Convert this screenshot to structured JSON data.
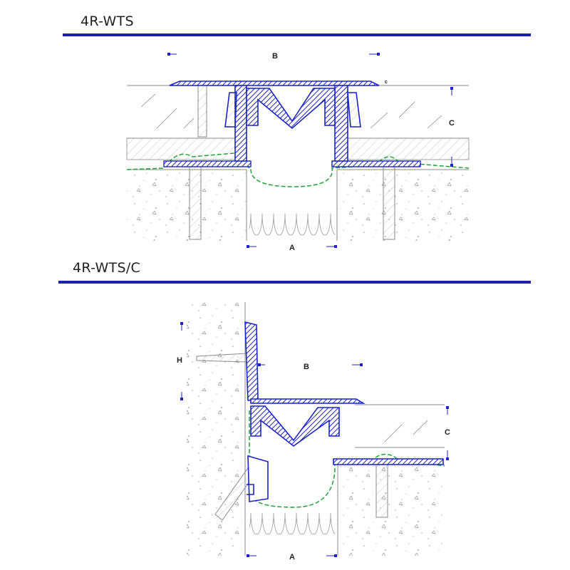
{
  "sections": [
    {
      "title": "4R-WTS",
      "dimensions": {
        "a": "A",
        "b": "B",
        "c": "C",
        "small_c": "c"
      }
    },
    {
      "title": "4R-WTS/C",
      "dimensions": {
        "a": "A",
        "b": "B",
        "c": "C",
        "h": "H"
      }
    }
  ],
  "colors": {
    "profile": "#1c23c8",
    "rule": "#1c23a6",
    "membrane": "#22a33a",
    "line": "#8a8a8a"
  }
}
